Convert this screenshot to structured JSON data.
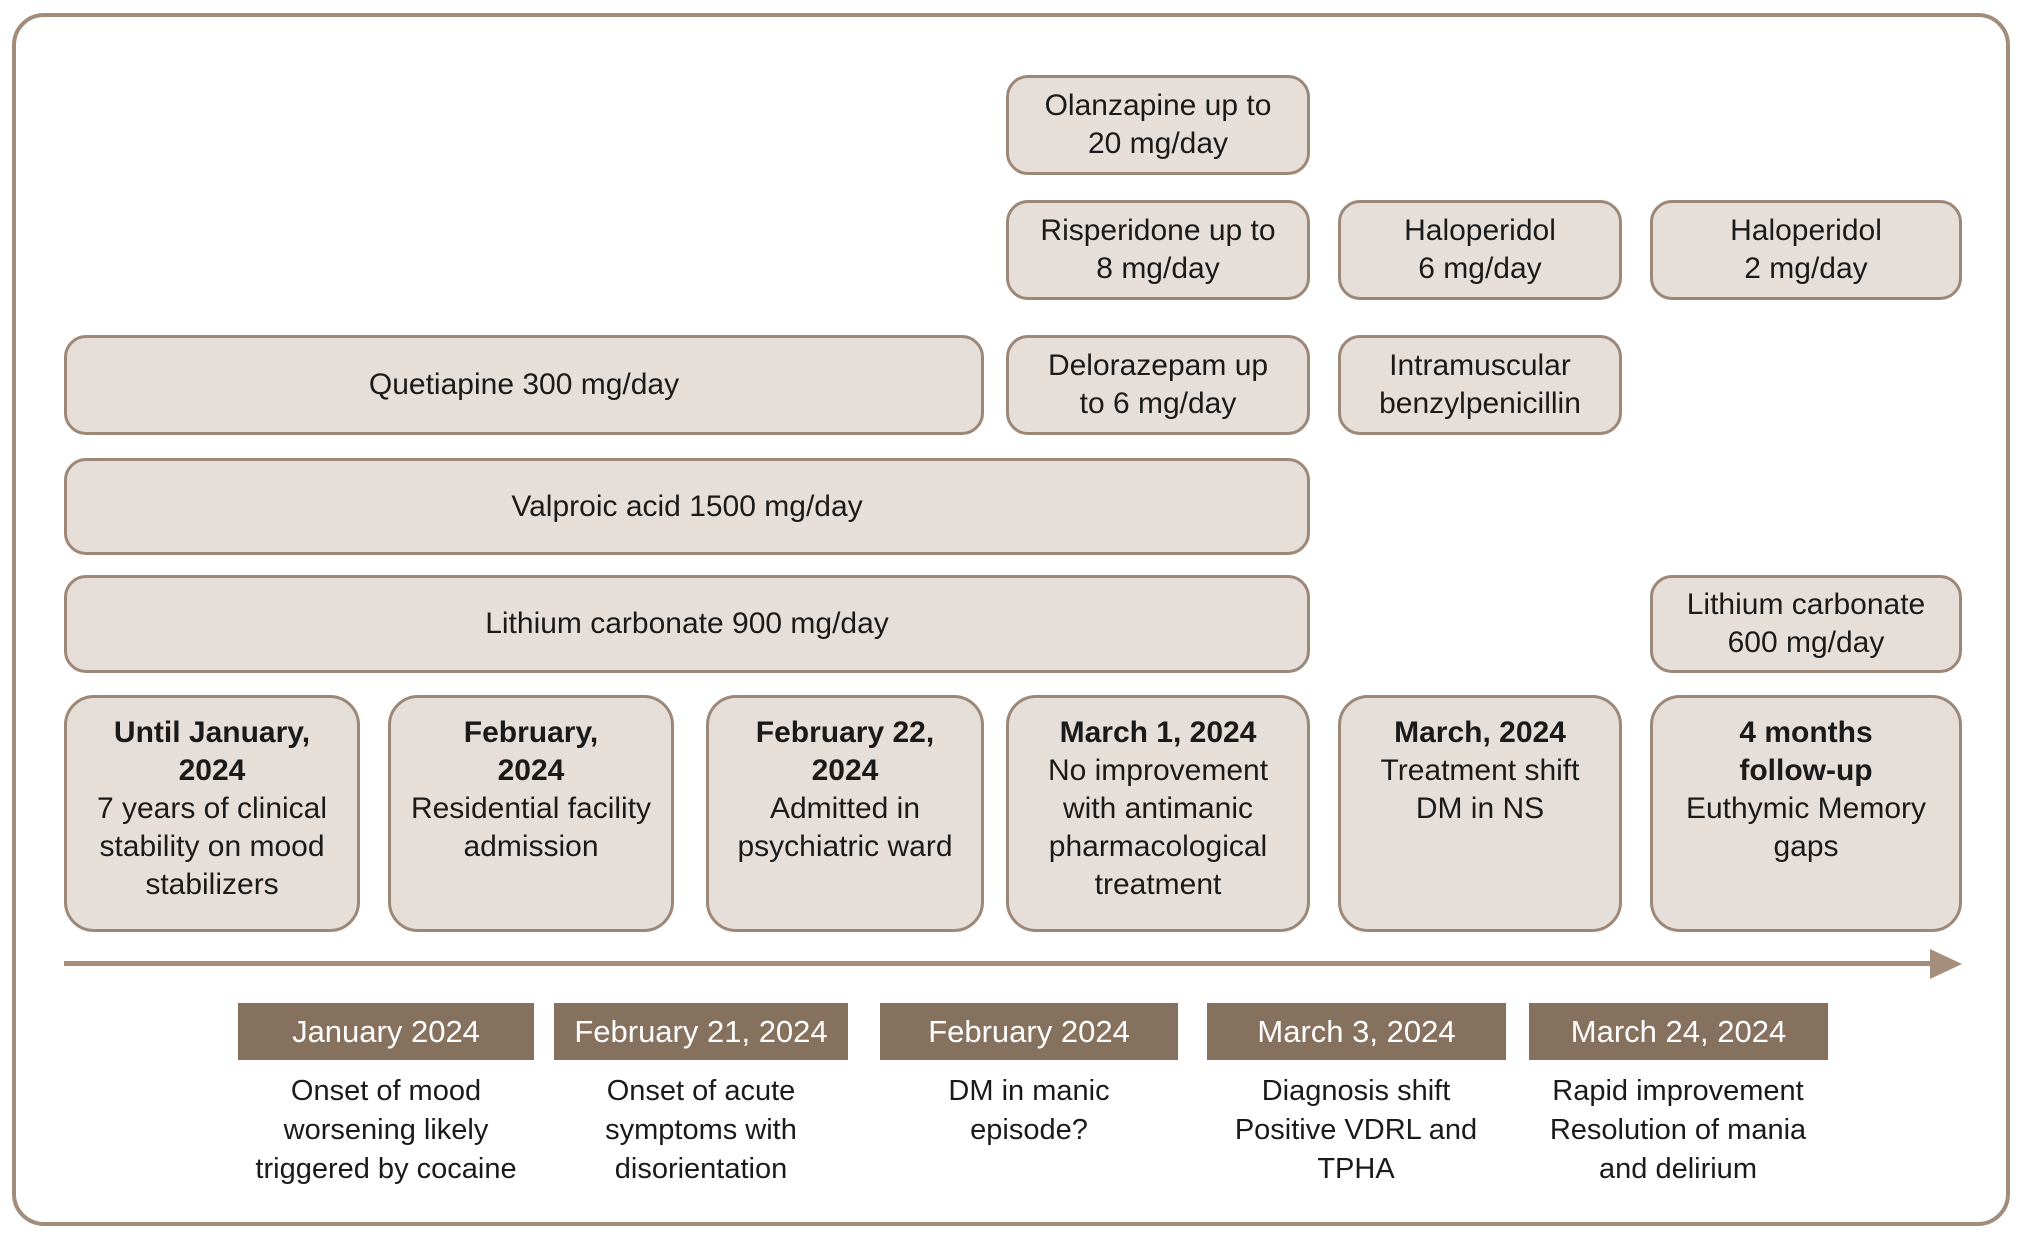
{
  "colors": {
    "box_fill": "#e6dfd9",
    "box_border": "#9d8878",
    "label_bg": "#86715f",
    "arrow": "#a78e7b",
    "outer_border": "#a28c7b",
    "text": "#1a1a1a"
  },
  "medications": [
    {
      "label": "Olanzapine up to\n20 mg/day"
    },
    {
      "label": "Risperidone up to\n8 mg/day"
    },
    {
      "label": "Haloperidol\n6 mg/day"
    },
    {
      "label": "Haloperidol\n2 mg/day"
    },
    {
      "label": "Quetiapine 300 mg/day"
    },
    {
      "label": "Delorazepam up\nto 6 mg/day"
    },
    {
      "label": "Intramuscular\nbenzylpenicillin"
    },
    {
      "label": "Valproic acid 1500 mg/day"
    },
    {
      "label": "Lithium carbonate 900 mg/day"
    },
    {
      "label": "Lithium carbonate\n600 mg/day"
    }
  ],
  "events": [
    {
      "date": "Until January,\n2024",
      "description": "7 years of clinical\nstability on mood\nstabilizers"
    },
    {
      "date": "February,\n2024",
      "description": "Residential facility\nadmission"
    },
    {
      "date": "February 22,\n2024",
      "description": "Admitted in\npsychiatric ward"
    },
    {
      "date": "March 1, 2024",
      "description": "No improvement\nwith antimanic\npharmacological\ntreatment"
    },
    {
      "date": "March, 2024",
      "description": "Treatment shift\nDM in NS"
    },
    {
      "date": "4 months\nfollow-up",
      "description": "Euthymic Memory\ngaps"
    }
  ],
  "timeline": [
    {
      "date": "January 2024",
      "description": "Onset of mood\nworsening likely\ntriggered by cocaine"
    },
    {
      "date": "February 21, 2024",
      "description": "Onset of acute\nsymptoms with\ndisorientation"
    },
    {
      "date": "February 2024",
      "description": "DM in manic\nepisode?"
    },
    {
      "date": "March 3, 2024",
      "description": "Diagnosis shift\nPositive VDRL and\nTPHA"
    },
    {
      "date": "March 24, 2024",
      "description": "Rapid improvement\nResolution of mania\nand delirium"
    }
  ]
}
